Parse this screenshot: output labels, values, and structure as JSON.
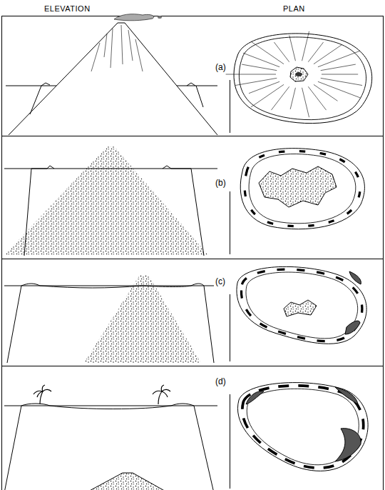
{
  "diagram": {
    "labels": [
      "ELEVATION",
      "PLAN",
      "(a)",
      "(b)",
      "(c)",
      "(d)"
    ]
  }
}
